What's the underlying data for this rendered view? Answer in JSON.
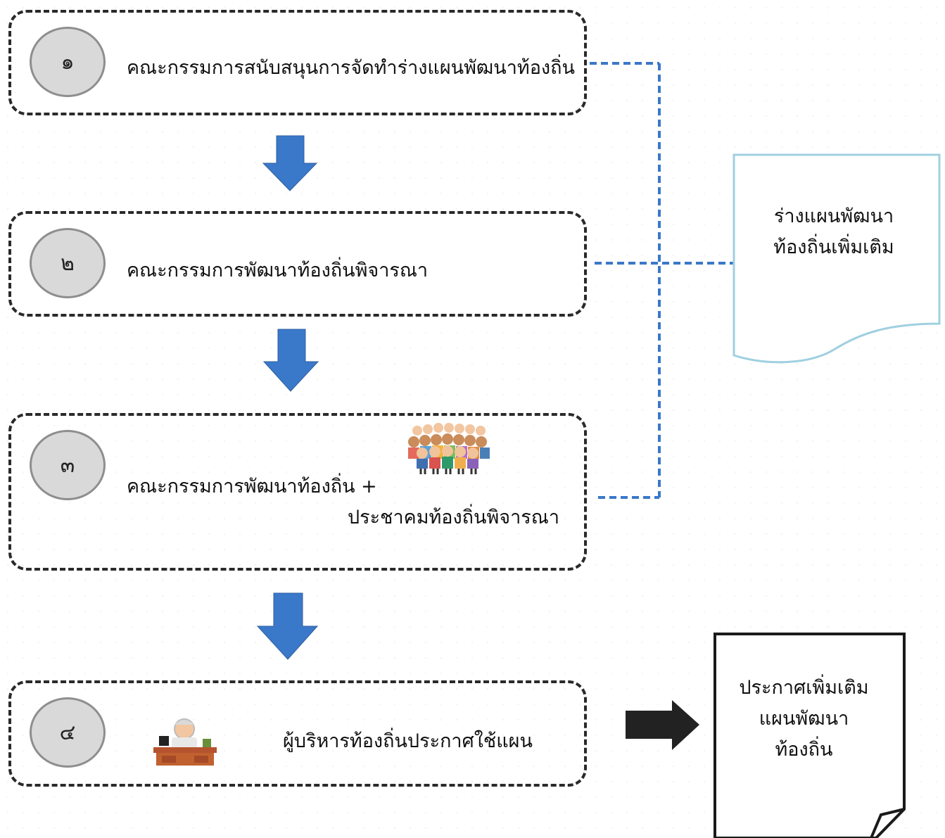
{
  "steps": [
    {
      "number": "๑",
      "text": "คณะกรรมการสนับสนุนการจัดทำร่างแผนพัฒนาท้องถิ่น"
    },
    {
      "number": "๒",
      "text": "คณะกรรมการพัฒนาท้องถิ่นพิจารณา"
    },
    {
      "number": "๓",
      "text_line1": "คณะกรรมการพัฒนาท้องถิ่น +",
      "text_line2": "ประชาคมท้องถิ่นพิจารณา"
    },
    {
      "number": "๔",
      "text": "ผู้บริหารท้องถิ่นประกาศใช้แผน"
    }
  ],
  "draft_document": {
    "line1": "ร่างแผนพัฒนา",
    "line2": "ท้องถิ่นเพิ่มเติม"
  },
  "announcement_document": {
    "line1": "ประกาศเพิ่มเติม",
    "line2": "แผนพัฒนา",
    "line3": "ท้องถิ่น"
  },
  "colors": {
    "arrow_blue": "#3a78c9",
    "dashed_blue": "#3a78c9",
    "draft_border": "#9fd0e0",
    "circle_fill": "#d9d9d9"
  }
}
